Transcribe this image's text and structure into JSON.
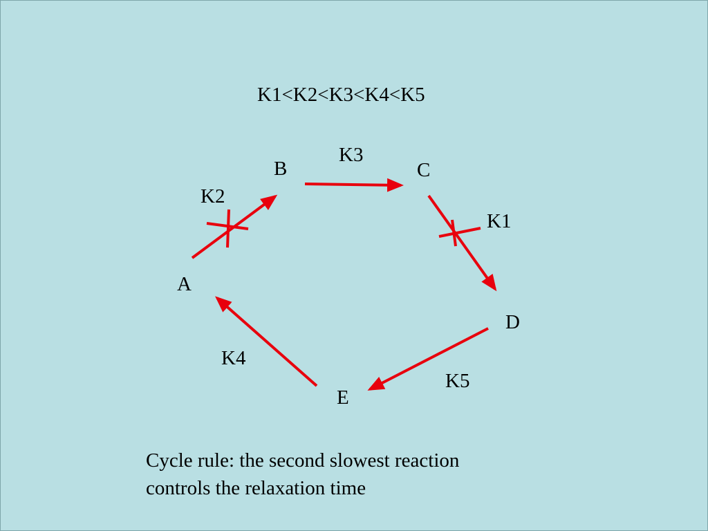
{
  "title": "K1<K2<K3<K4<K5",
  "nodes": {
    "a": "A",
    "b": "B",
    "c": "C",
    "d": "D",
    "e": "E"
  },
  "rate_labels": {
    "k1": "K1",
    "k2": "K2",
    "k3": "K3",
    "k4": "K4",
    "k5": "K5"
  },
  "caption": {
    "line1": "Cycle rule: the second slowest reaction",
    "line2": "controls the relaxation time"
  },
  "colors": {
    "background": "#b9dfe3",
    "arrow": "#e8000d",
    "text": "#000000"
  },
  "edges": [
    {
      "from": "A",
      "to": "B",
      "rate": "K2",
      "blocked": true
    },
    {
      "from": "B",
      "to": "C",
      "rate": "K3",
      "blocked": false
    },
    {
      "from": "C",
      "to": "D",
      "rate": "K1",
      "blocked": true
    },
    {
      "from": "D",
      "to": "E",
      "rate": "K5",
      "blocked": false
    },
    {
      "from": "E",
      "to": "A",
      "rate": "K4",
      "blocked": false
    }
  ]
}
